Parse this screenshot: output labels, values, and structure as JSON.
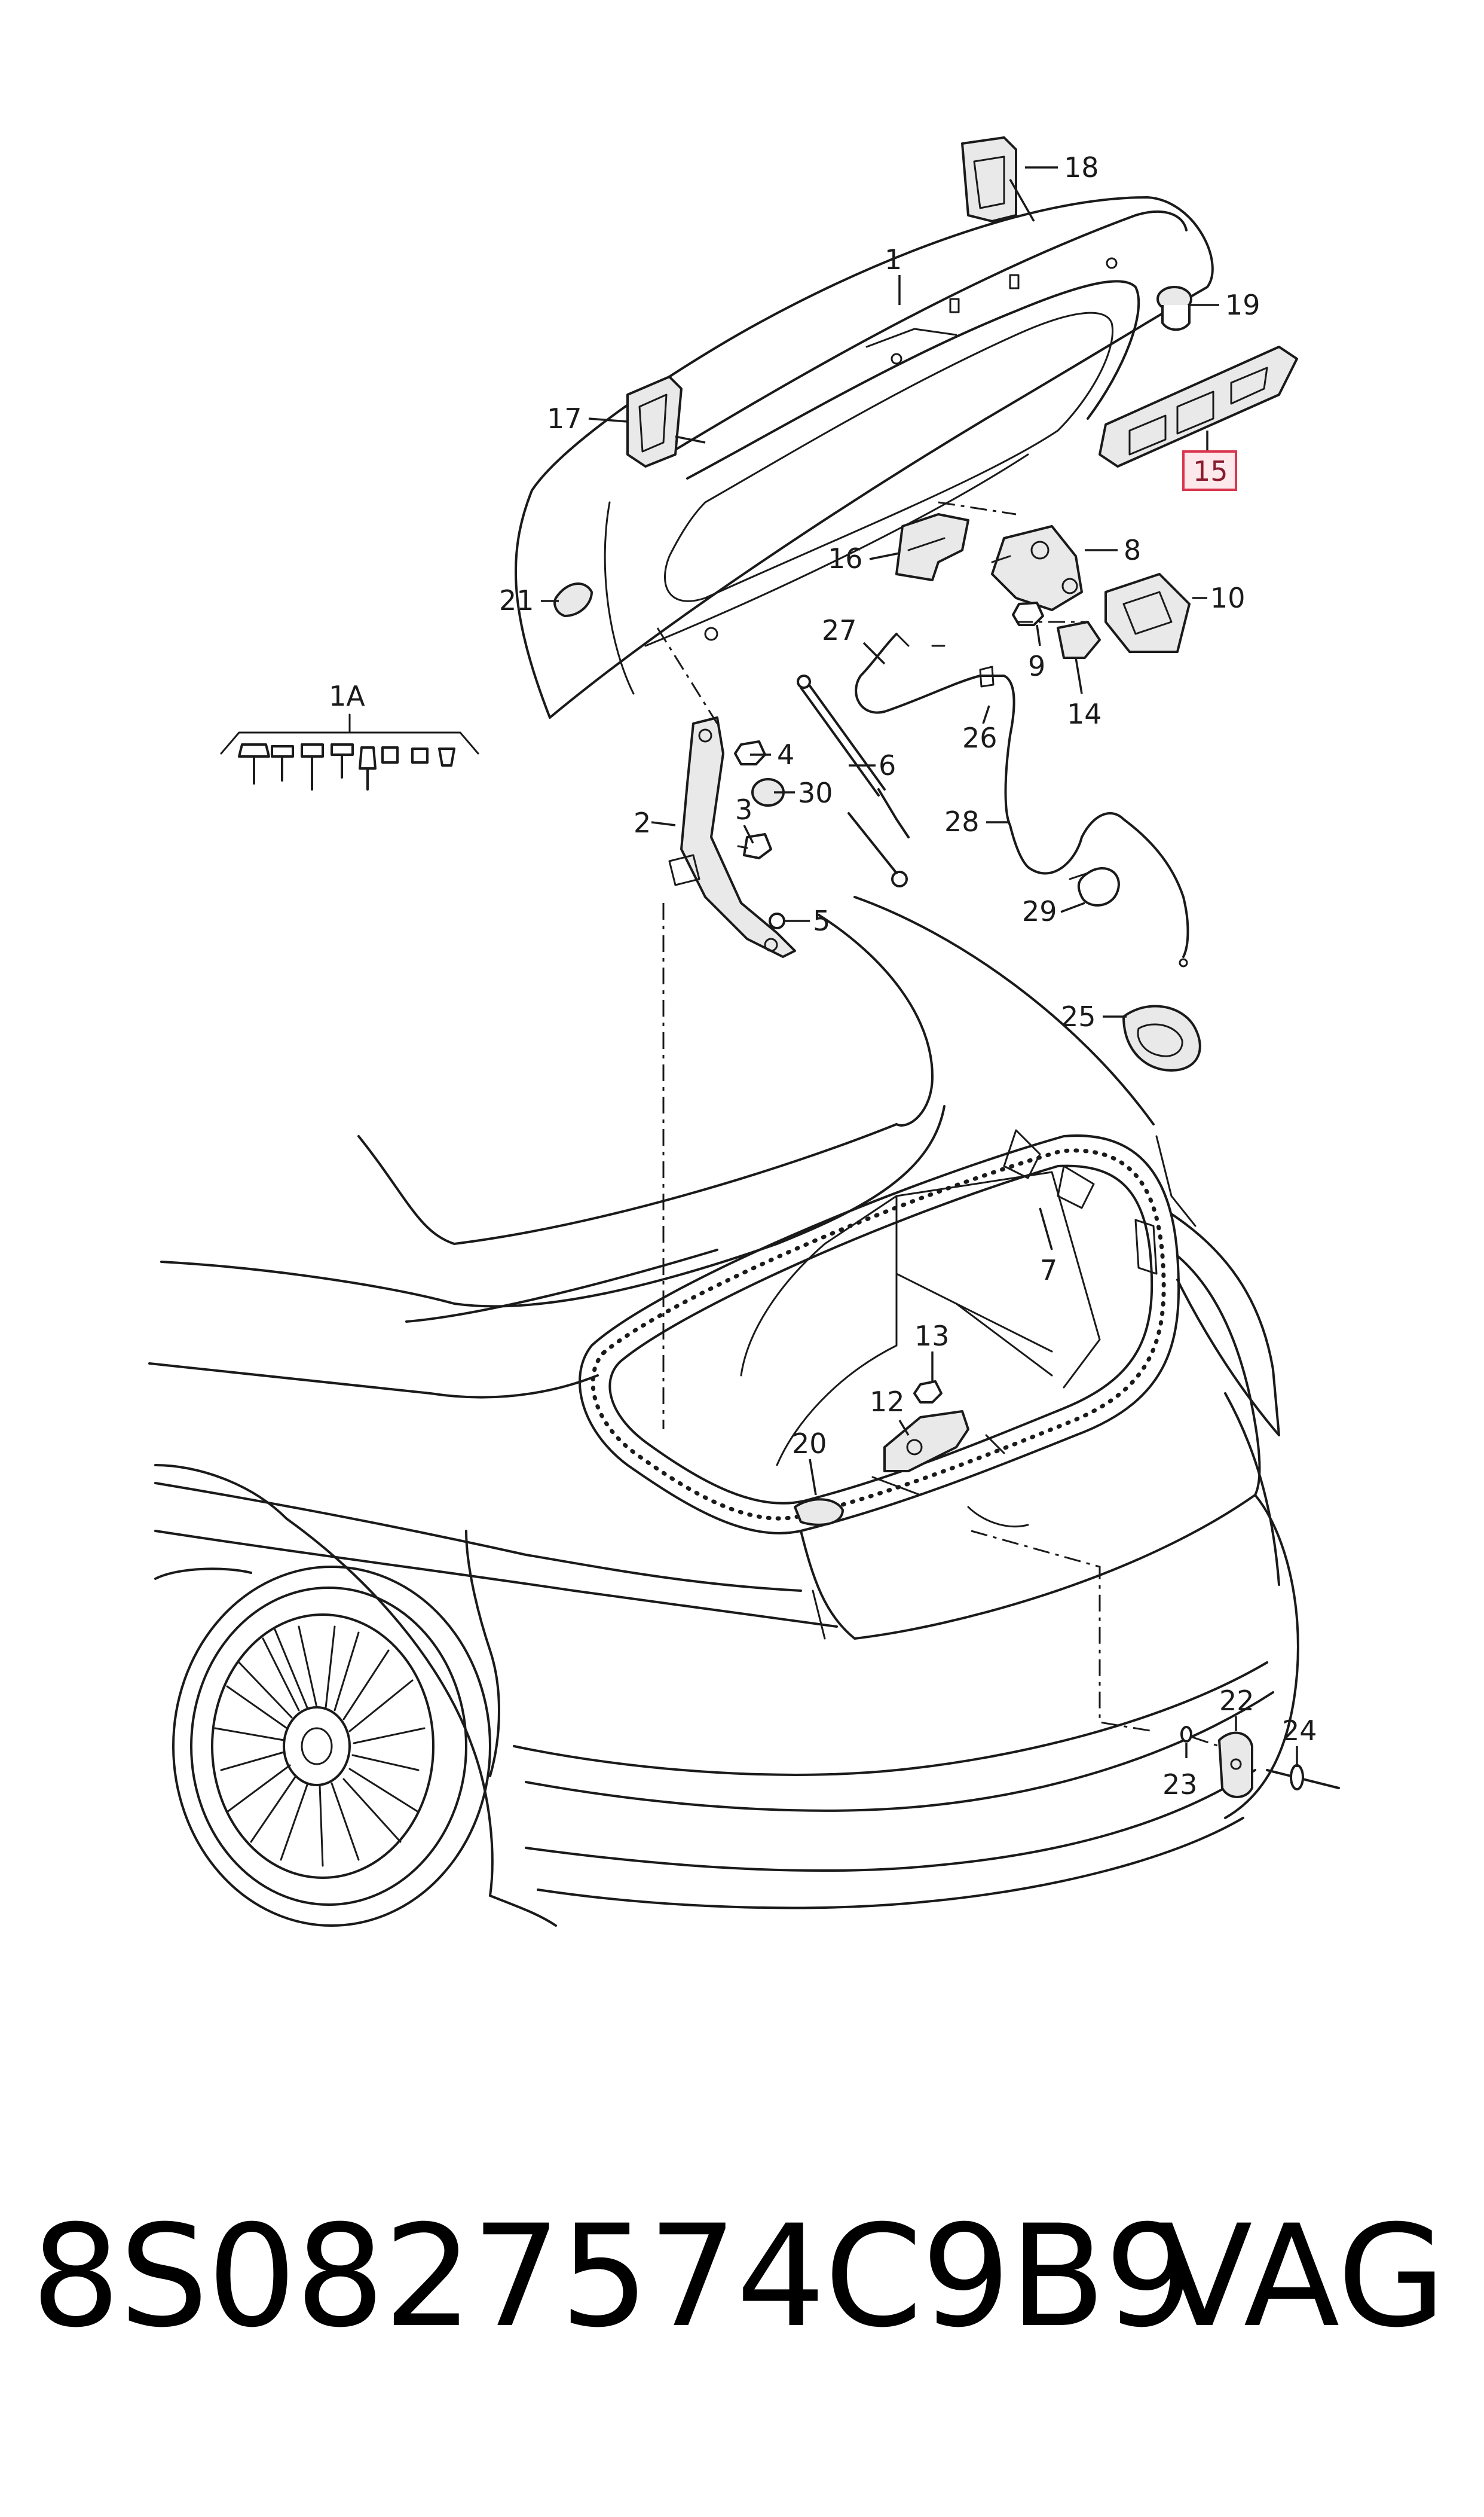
{
  "callouts": {
    "c1": "1",
    "c1A": "1A",
    "c2": "2",
    "c3": "3",
    "c4": "4",
    "c5": "5",
    "c6": "6",
    "c7": "7",
    "c8": "8",
    "c9": "9",
    "c10": "10",
    "c12": "12",
    "c13": "13",
    "c14": "14",
    "c15": "15",
    "c16": "16",
    "c17": "17",
    "c18": "18",
    "c19": "19",
    "c20": "20",
    "c21": "21",
    "c22": "22",
    "c23": "23",
    "c24": "24",
    "c25": "25",
    "c26": "26",
    "c27": "27",
    "c28": "28",
    "c29": "29",
    "c30": "30"
  },
  "highlight": {
    "callout": "15",
    "color": "#d9364e"
  },
  "footer": {
    "part_number": "8S0827574C9B9",
    "brand": "VAG"
  }
}
